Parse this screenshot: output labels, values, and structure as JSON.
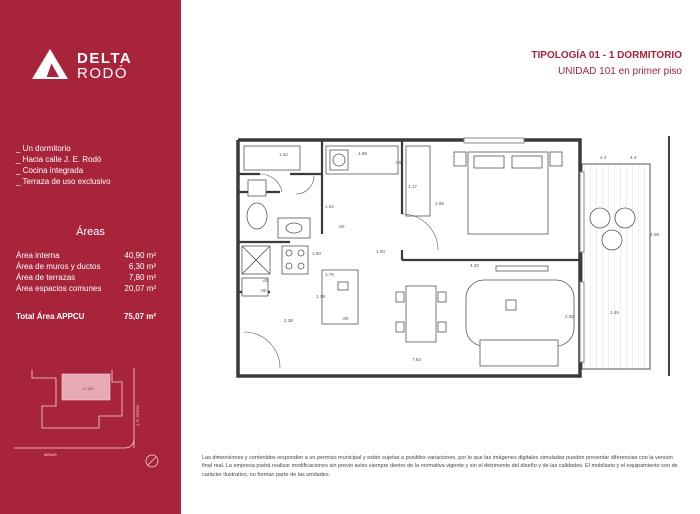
{
  "brand": {
    "line1": "DELTA",
    "line2": "RODÓ"
  },
  "header": {
    "title": "TIPOLOGÍA 01 - 1 DORMITORIO",
    "subtitle": "UNIDAD 101 en primer piso"
  },
  "features": [
    "_ Un dormitorio",
    "_ Hacia calle J. E. Rodó",
    "_ Cocina integrada",
    "_ Terraza de uso exclusivo"
  ],
  "areas": {
    "title": "Áreas",
    "rows": [
      {
        "label": "Área interna",
        "value": "40,90 m²"
      },
      {
        "label": "Área de muros y ductos",
        "value": "6,30 m²"
      },
      {
        "label": "Área de terrazas",
        "value": "7,80 m²"
      },
      {
        "label": "Área espacios comunes",
        "value": "20,07 m²"
      }
    ],
    "total": {
      "label": "Total Área APPCU",
      "value": "75,07 m²"
    }
  },
  "key_map": {
    "unit_label": "U.101",
    "street_east": "J. E. RODÓ",
    "street_south": "MINAS"
  },
  "plan_dimensions": [
    "1.32",
    "1.98",
    ".65",
    "1.52",
    "1.17",
    "2.65",
    "4.4",
    "4.4",
    "4.09",
    "1.90",
    "1.00",
    "1.75",
    "1.39",
    ".60",
    ".90",
    ".60",
    "2.38",
    "4.20",
    "1.45",
    "2.65",
    "7.83",
    ".80"
  ],
  "disclaimer": "Las dimensiones y contenidos responden a un permiso municipal y están sujetas a posibles variaciones, por lo que las imágenes digitales simuladas pueden presentar diferencias con la version final real. La empresa podrá realizar modificaciones sin previo aviso siempre dentro de la normativa vigente y sin el detrimento del diseño y de las calidades. El mobiliario y el equipamiento son de carácter ilustrativo, no forman parte de las unidades.",
  "colors": {
    "brand": "#a8243a",
    "wall": "#3a3a3a",
    "unit_highlight": "#e6aab5"
  }
}
